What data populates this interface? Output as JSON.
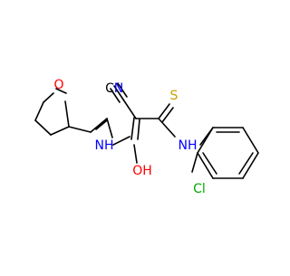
{
  "molecule": {
    "atom_labels": {
      "ring_oxygen": "O",
      "nitrile_n": "N",
      "nitrile_c": "C",
      "thione_s": "S",
      "amine_nh_left": "NH",
      "amine_nh_right": "NH",
      "hydroxyl": "OH",
      "chlorine": "Cl"
    },
    "colors": {
      "carbon": "#000000",
      "oxygen": "#ff0000",
      "nitrogen": "#0000ff",
      "sulfur": "#c8a000",
      "chlorine": "#00aa00"
    }
  }
}
